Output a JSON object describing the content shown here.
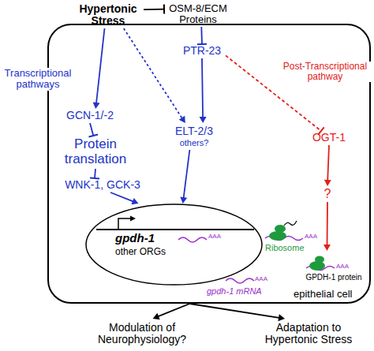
{
  "diagram": {
    "nodes": [
      {
        "text": [
          "Hypertonic Stress"
        ]
      },
      {
        "text": [
          "OSM-8/ECM Proteins"
        ]
      },
      {
        "text": [
          "epithelial cell"
        ]
      },
      {
        "text": [
          "PTR-23"
        ],
        "in": 2
      },
      {
        "text": [
          "GCN-1/-2"
        ],
        "in": 2
      },
      {
        "text": [
          "ELT-2/3",
          "others?"
        ],
        "in": 2
      },
      {
        "text": [
          "OGT-1"
        ],
        "in": 2
      },
      {
        "text": [
          "Protein translation"
        ],
        "in": 2
      },
      {
        "text": [
          "WNK-1, GCK-3"
        ],
        "in": 2
      },
      {
        "text": [
          "?"
        ],
        "in": 2
      },
      {
        "text": [
          "gpdh-1",
          "other ORGs"
        ],
        "in": 2
      },
      {
        "text": [
          "GPDH-1 protein"
        ],
        "in": 2
      },
      {
        "text": [
          "Modulation of Neurophysiology?"
        ]
      },
      {
        "text": [
          "Adaptation to Hypertonic Stress"
        ]
      }
    ],
    "edges": [
      {
        "from": 0,
        "to": 1,
        "arrow": "to"
      },
      {
        "from": 1,
        "to": 3,
        "arrow": "to"
      },
      {
        "from": 0,
        "to": 4,
        "arrow": "to"
      },
      {
        "from": 0,
        "to": 5,
        "arrow": "to"
      },
      {
        "from": 3,
        "to": 5,
        "arrow": "to"
      },
      {
        "from": 3,
        "to": 6,
        "arrow": "to"
      },
      {
        "from": 4,
        "to": 7,
        "arrow": "to"
      },
      {
        "from": 7,
        "to": 8,
        "arrow": "to"
      },
      {
        "from": 8,
        "to": 10,
        "arrow": "to"
      },
      {
        "from": 5,
        "to": 10,
        "arrow": "to"
      },
      {
        "from": 6,
        "to": 9,
        "arrow": "to"
      },
      {
        "from": 9,
        "to": 11,
        "arrow": "to"
      },
      {
        "from": 2,
        "to": 12,
        "arrow": "to"
      },
      {
        "from": 2,
        "to": 13,
        "arrow": "to"
      }
    ],
    "labels": [
      "Transcriptional pathways",
      "Post-Transcriptional pathway",
      "AAA",
      "gpdh-1 mRNA",
      "AAA",
      "Ribosome",
      "AAA",
      "AAA"
    ]
  }
}
